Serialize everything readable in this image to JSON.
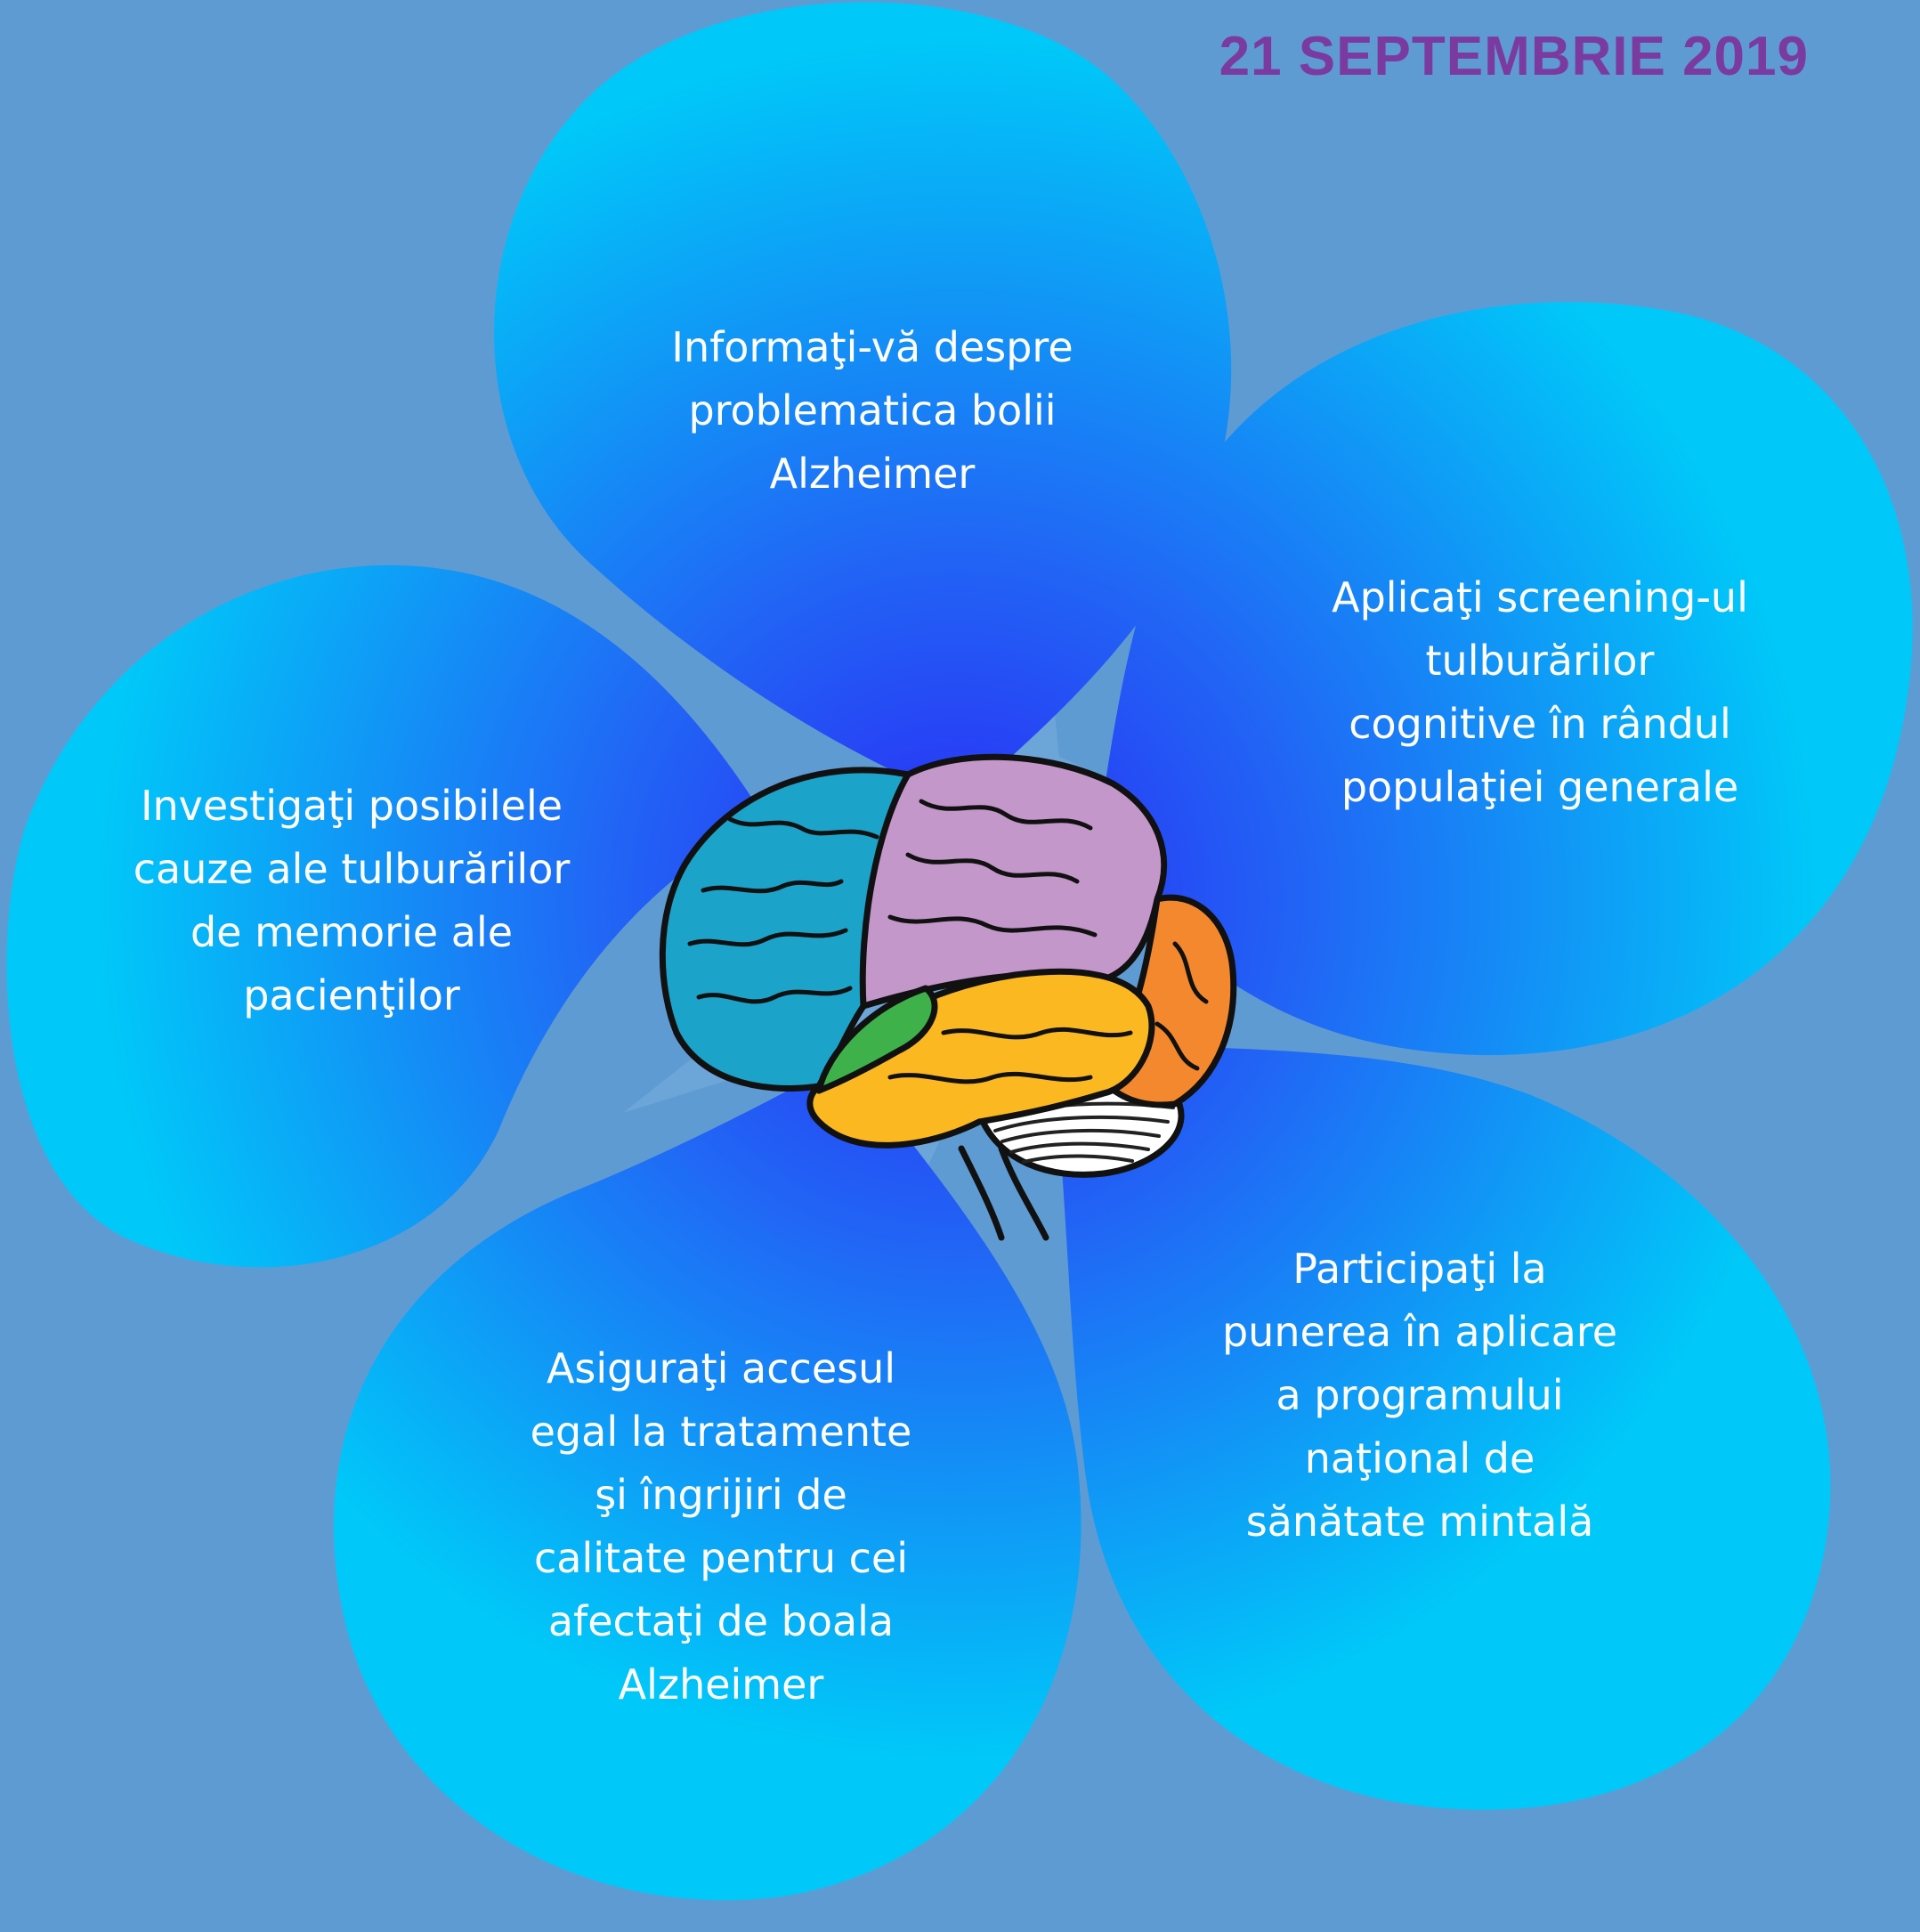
{
  "header": {
    "date": "21 SEPTEMBRIE 2019"
  },
  "colors": {
    "background": "#5f9bd3",
    "petal_outer": "#00c8f8",
    "petal_inner": "#2a30f5",
    "date_text": "#7b3aa0",
    "brain_frontal": "#1ba3c9",
    "brain_parietal": "#c497cb",
    "brain_temporal": "#fbb821",
    "brain_occipital": "#f4882e",
    "brain_insula": "#3fb14a",
    "brain_cerebellum": "#1a1a1a"
  },
  "center_icon": "brain-icon",
  "petals": [
    {
      "id": "top",
      "lines": [
        "Informaţi-vă despre",
        "problematica bolii",
        "Alzheimer"
      ]
    },
    {
      "id": "right",
      "lines": [
        "Aplicaţi screening-ul",
        "tulburărilor",
        "cognitive în rândul",
        "populaţiei generale"
      ]
    },
    {
      "id": "bottom-right",
      "lines": [
        "Participaţi la",
        "punerea în aplicare",
        "a programului",
        "naţional de",
        "sănătate mintală"
      ]
    },
    {
      "id": "bottom-left",
      "lines": [
        "Asiguraţi accesul",
        "egal la tratamente",
        "şi îngrijiri de",
        "calitate pentru cei",
        "afectaţi de boala",
        "Alzheimer"
      ]
    },
    {
      "id": "left",
      "lines": [
        "Investigaţi posibilele",
        "cauze ale tulburărilor",
        "de memorie ale",
        "pacienţilor"
      ]
    }
  ]
}
